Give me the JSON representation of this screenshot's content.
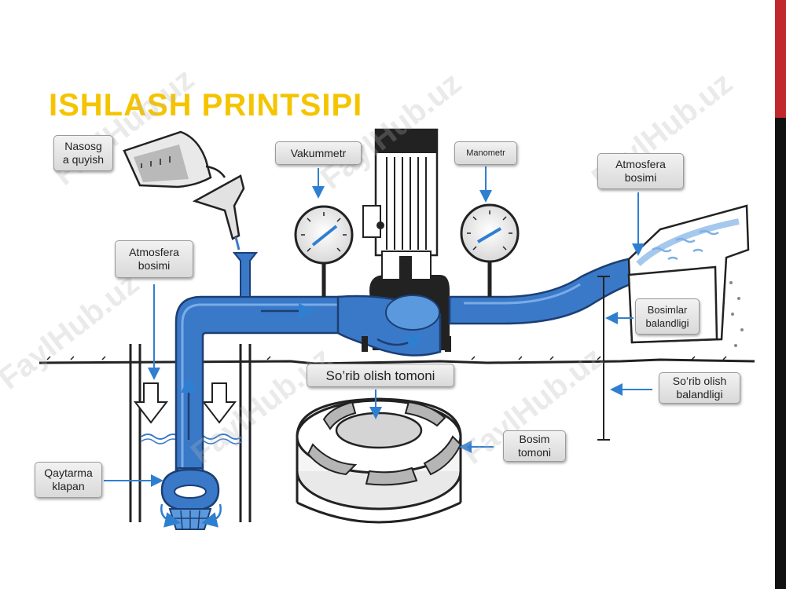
{
  "slide": {
    "title": "ISHLASH PRINTSIPI",
    "watermark": "FaylHub.uz",
    "colors": {
      "title": "#f5c400",
      "pipe": "#3a79c8",
      "accent_red": "#c0282e",
      "arrow": "#2f7fd1"
    }
  },
  "labels": {
    "priming": "Nasosg\na quyish",
    "vacuum_gauge": "Vakummetr",
    "manometer": "Manometr",
    "atm_pressure_right": "Atmosfera\nbosimi",
    "atm_pressure_left": "Atmosfera\nbosimi",
    "pressure_head": "Bosimlar\nbalandligi",
    "suction_side": "So’rib olish tomoni",
    "suction_height": "So’rib olish\nbalandligi",
    "pressure_side": "Bosim\ntomoni",
    "check_valve": "Qaytarma\nklapan"
  },
  "icons": [
    "pitcher-icon",
    "funnel-icon",
    "pressure-gauge-icon",
    "motor-icon",
    "impeller-icon",
    "foot-valve-icon",
    "tank-icon"
  ]
}
